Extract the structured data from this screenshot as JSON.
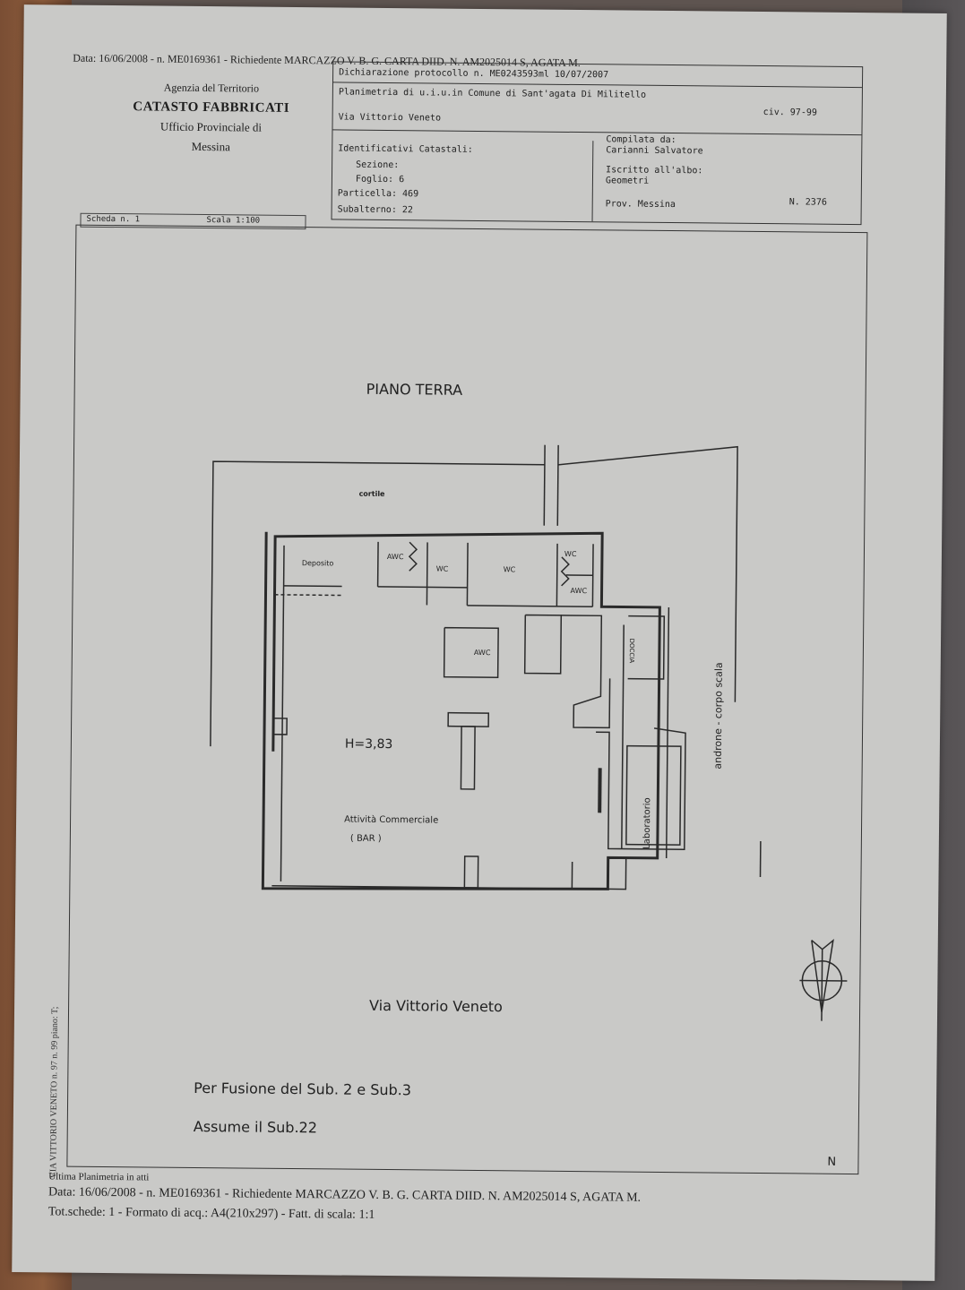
{
  "header_line": "Data: 16/06/2008 - n. ME0169361 - Richiedente MARCAZZO V. B. G. CARTA DIID. N. AM2025014 S, AGATA M.",
  "agency": {
    "line1": "Agenzia del Territorio",
    "line2": "CATASTO FABBRICATI",
    "line3": "Ufficio Provinciale di",
    "line4": "Messina"
  },
  "infobox": {
    "dichiarazione": "Dichiarazione protocollo n. ME0243593ml 10/07/2007",
    "planimetria": "Planimetria di u.i.u.in Comune di Sant'agata Di Militello",
    "via": "Via Vittorio Veneto",
    "civ": "civ. 97-99",
    "identificativi_title": "Identificativi Catastali:",
    "sezione": "Sezione:",
    "foglio": "Foglio: 6",
    "particella": "Particella: 469",
    "subalterno": "Subalterno: 22",
    "compilata": "Compilata da:",
    "compilatore": "Carianni Salvatore",
    "iscritto": "Iscritto all'albo:",
    "albo": "Geometri",
    "prov": "Prov. Messina",
    "numero": "N. 2376"
  },
  "scheda": {
    "label": "Scheda n. 1",
    "scala": "Scala 1:100"
  },
  "plan": {
    "floor_title": "PIANO TERRA",
    "cortile": "cortile",
    "deposito": "Deposito",
    "rooms": [
      "AWC",
      "WC",
      "WC",
      "WC",
      "AWC",
      "AWC"
    ],
    "doccia": "DOCCIA",
    "height": "H=3,83",
    "activity": "Attività Commerciale",
    "activity_sub": "( BAR )",
    "laboratorio": "Laboratorio",
    "androne": "androne - corpo scala",
    "street": "Via Vittorio Veneto",
    "north": "N"
  },
  "notes": {
    "line1": "Per Fusione del Sub. 2 e Sub.3",
    "line2": "Assume il Sub.22"
  },
  "footer": {
    "line0": "Ultima Planimetria in atti",
    "line1": "Data: 16/06/2008 - n. ME0169361 - Richiedente MARCAZZO V. B. G. CARTA DIID. N. AM2025014 S, AGATA M.",
    "line2": "Tot.schede: 1 - Formato di acq.: A4(210x297) - Fatt. di scala: 1:1"
  },
  "side_text": "VIA VITTORIO VENETO n. 97 n. 99 piano: T;"
}
